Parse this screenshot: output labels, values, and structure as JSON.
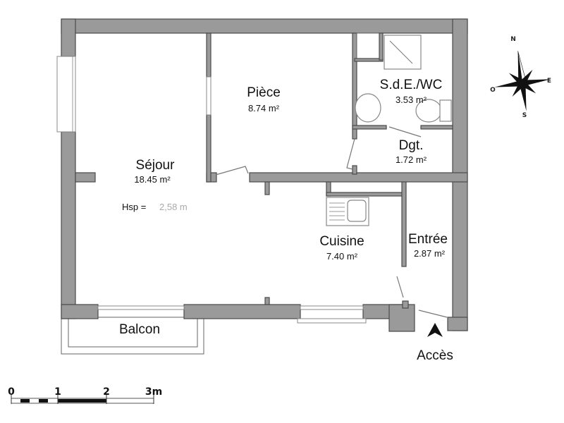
{
  "plan": {
    "rooms": [
      {
        "name": "Séjour",
        "area": "18.45 m²",
        "area_main": "18.4",
        "area_faded": "5 m²"
      },
      {
        "name": "Pièce",
        "area": "8.74 m²"
      },
      {
        "name": "S.d.E./WC",
        "area": "3.53 m²"
      },
      {
        "name": "Dgt.",
        "area": "1.72 m²"
      },
      {
        "name": "Cuisine",
        "area": "7.40 m²"
      },
      {
        "name": "Entrée",
        "area": "2.87 m²"
      },
      {
        "name": "Balcon"
      }
    ],
    "ceiling_height": {
      "label": "Hsp =",
      "value": "2,58 m"
    },
    "access_label": "Accès"
  },
  "compass": {
    "n": "N",
    "e": "E",
    "s": "S",
    "w": "O"
  },
  "scale": {
    "ticks": [
      "0",
      "1",
      "2",
      "3m"
    ]
  },
  "colors": {
    "wall": "#9a9a9a",
    "wall_outline": "#4a4a4a",
    "background": "#ffffff"
  }
}
